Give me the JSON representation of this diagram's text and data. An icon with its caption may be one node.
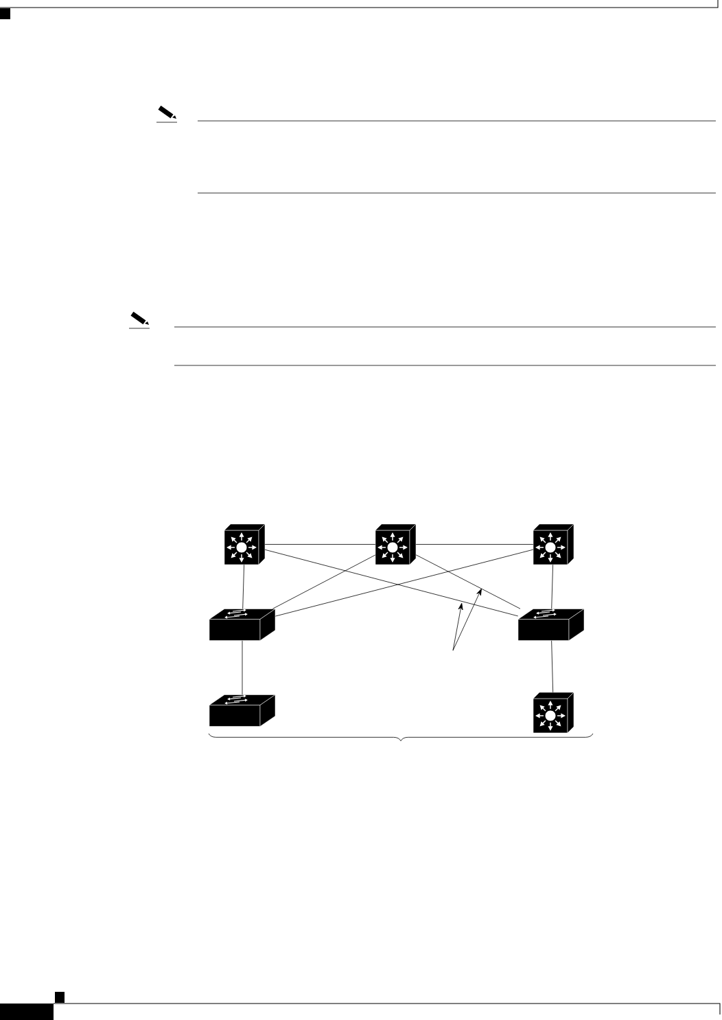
{
  "diagram": {
    "nodes": [
      {
        "text": [],
        "shape": "cube"
      },
      {
        "text": [],
        "shape": "cube"
      },
      {
        "text": [],
        "shape": "cube"
      },
      {
        "text": [],
        "shape": "slab"
      },
      {
        "text": [],
        "shape": "slab"
      },
      {
        "text": [],
        "shape": "slab"
      },
      {
        "text": [],
        "shape": "cube"
      }
    ],
    "edges": [
      {
        "from": 0,
        "to": 1,
        "arrow": "none"
      },
      {
        "from": 1,
        "to": 2,
        "arrow": "none"
      },
      {
        "from": 0,
        "to": 3,
        "arrow": "none"
      },
      {
        "from": 0,
        "to": 4,
        "arrow": "none"
      },
      {
        "from": 1,
        "to": 3,
        "arrow": "none"
      },
      {
        "from": 1,
        "to": 4,
        "arrow": "none"
      },
      {
        "from": 2,
        "to": 3,
        "arrow": "none"
      },
      {
        "from": 2,
        "to": 4,
        "arrow": "none"
      },
      {
        "from": 3,
        "to": 5,
        "arrow": "none"
      },
      {
        "from": 4,
        "to": 6,
        "arrow": "none"
      }
    ]
  }
}
